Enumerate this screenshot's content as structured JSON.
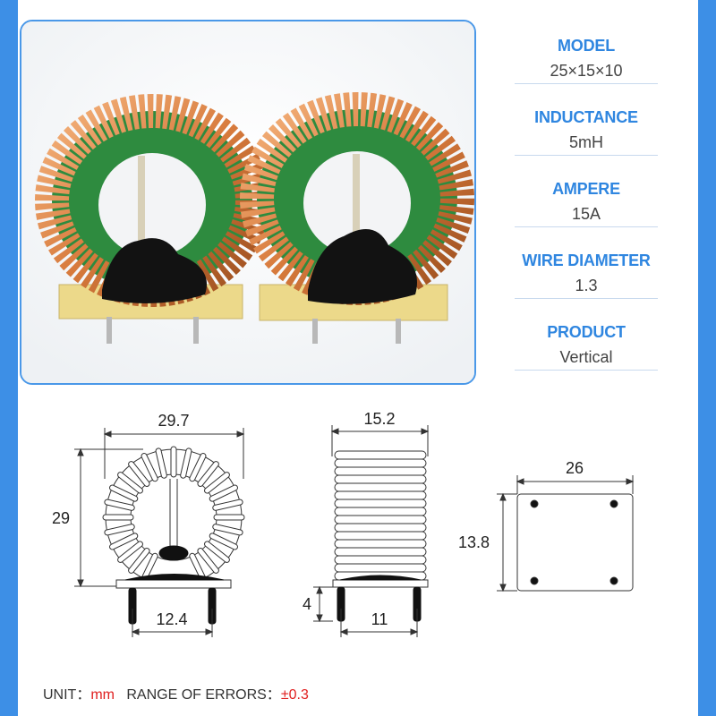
{
  "specs": [
    {
      "label": "MODEL",
      "value": "25×15×10"
    },
    {
      "label": "INDUCTANCE",
      "value": "5mH"
    },
    {
      "label": "AMPERE",
      "value": "15A"
    },
    {
      "label": "WIRE DIAMETER",
      "value": "1.3"
    },
    {
      "label": "PRODUCT",
      "value": "Vertical"
    }
  ],
  "dimensions": {
    "front_width": "29.7",
    "front_height": "29",
    "front_pin_spacing": "12.4",
    "side_width": "15.2",
    "side_pin_length": "4",
    "side_pin_spacing": "11",
    "base_width": "26",
    "base_height": "13.8"
  },
  "footer": {
    "unit_label": "UNIT：",
    "unit_value": "mm",
    "error_label": "RANGE OF ERRORS：",
    "error_value": "±0.3"
  },
  "colors": {
    "accent": "#3d8fe6",
    "label_blue": "#2f86e0",
    "copper": "#d9834a",
    "core_green": "#2e8b3f",
    "error_red": "#e02020"
  }
}
